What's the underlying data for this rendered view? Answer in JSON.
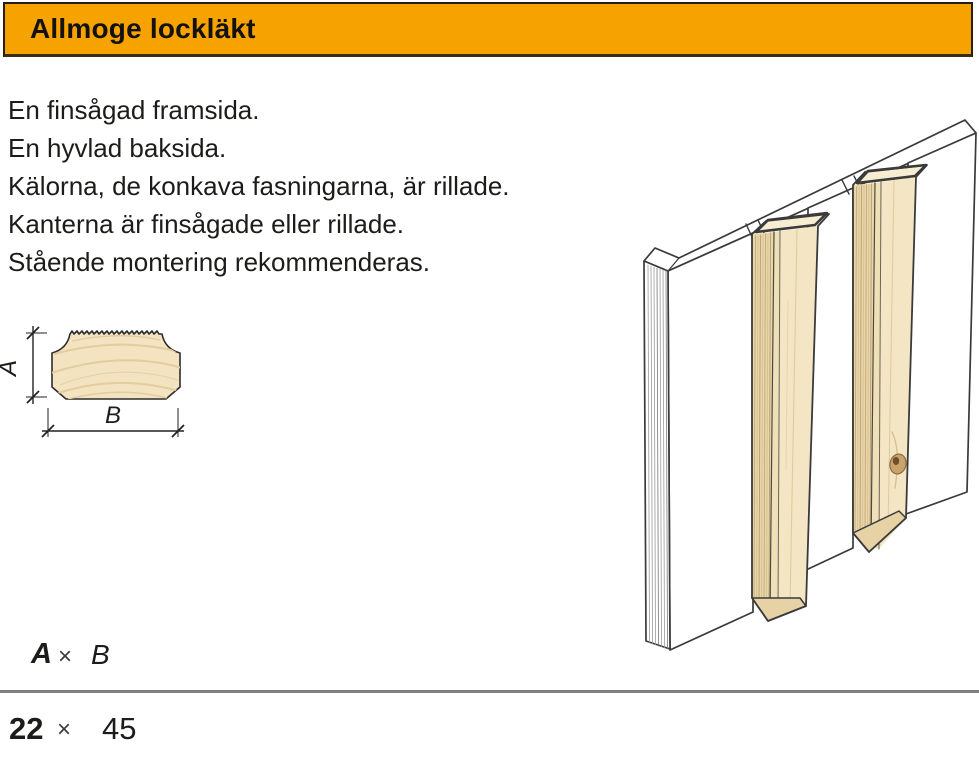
{
  "header": {
    "title": "Allmoge lockläkt"
  },
  "description": {
    "lines": [
      "En finsågad framsida.",
      "En hyvlad baksida.",
      "Kälorna, de konkava fasningarna, är rillade.",
      "Kanterna är finsågade eller rillade.",
      "Stående montering rekommenderas."
    ]
  },
  "profile_diagram": {
    "dim_a_label": "A",
    "dim_b_label": "B"
  },
  "size_table": {
    "header": {
      "a": "A",
      "times": "×",
      "b": "B"
    },
    "rows": [
      {
        "a": "22",
        "times": "×",
        "b": "45"
      }
    ]
  },
  "colors": {
    "accent_bar": "#F6A200",
    "wood_fill": "#F3E3C0",
    "wood_grain": "#E3CC9E",
    "wood_side": "#E9D6A9"
  }
}
